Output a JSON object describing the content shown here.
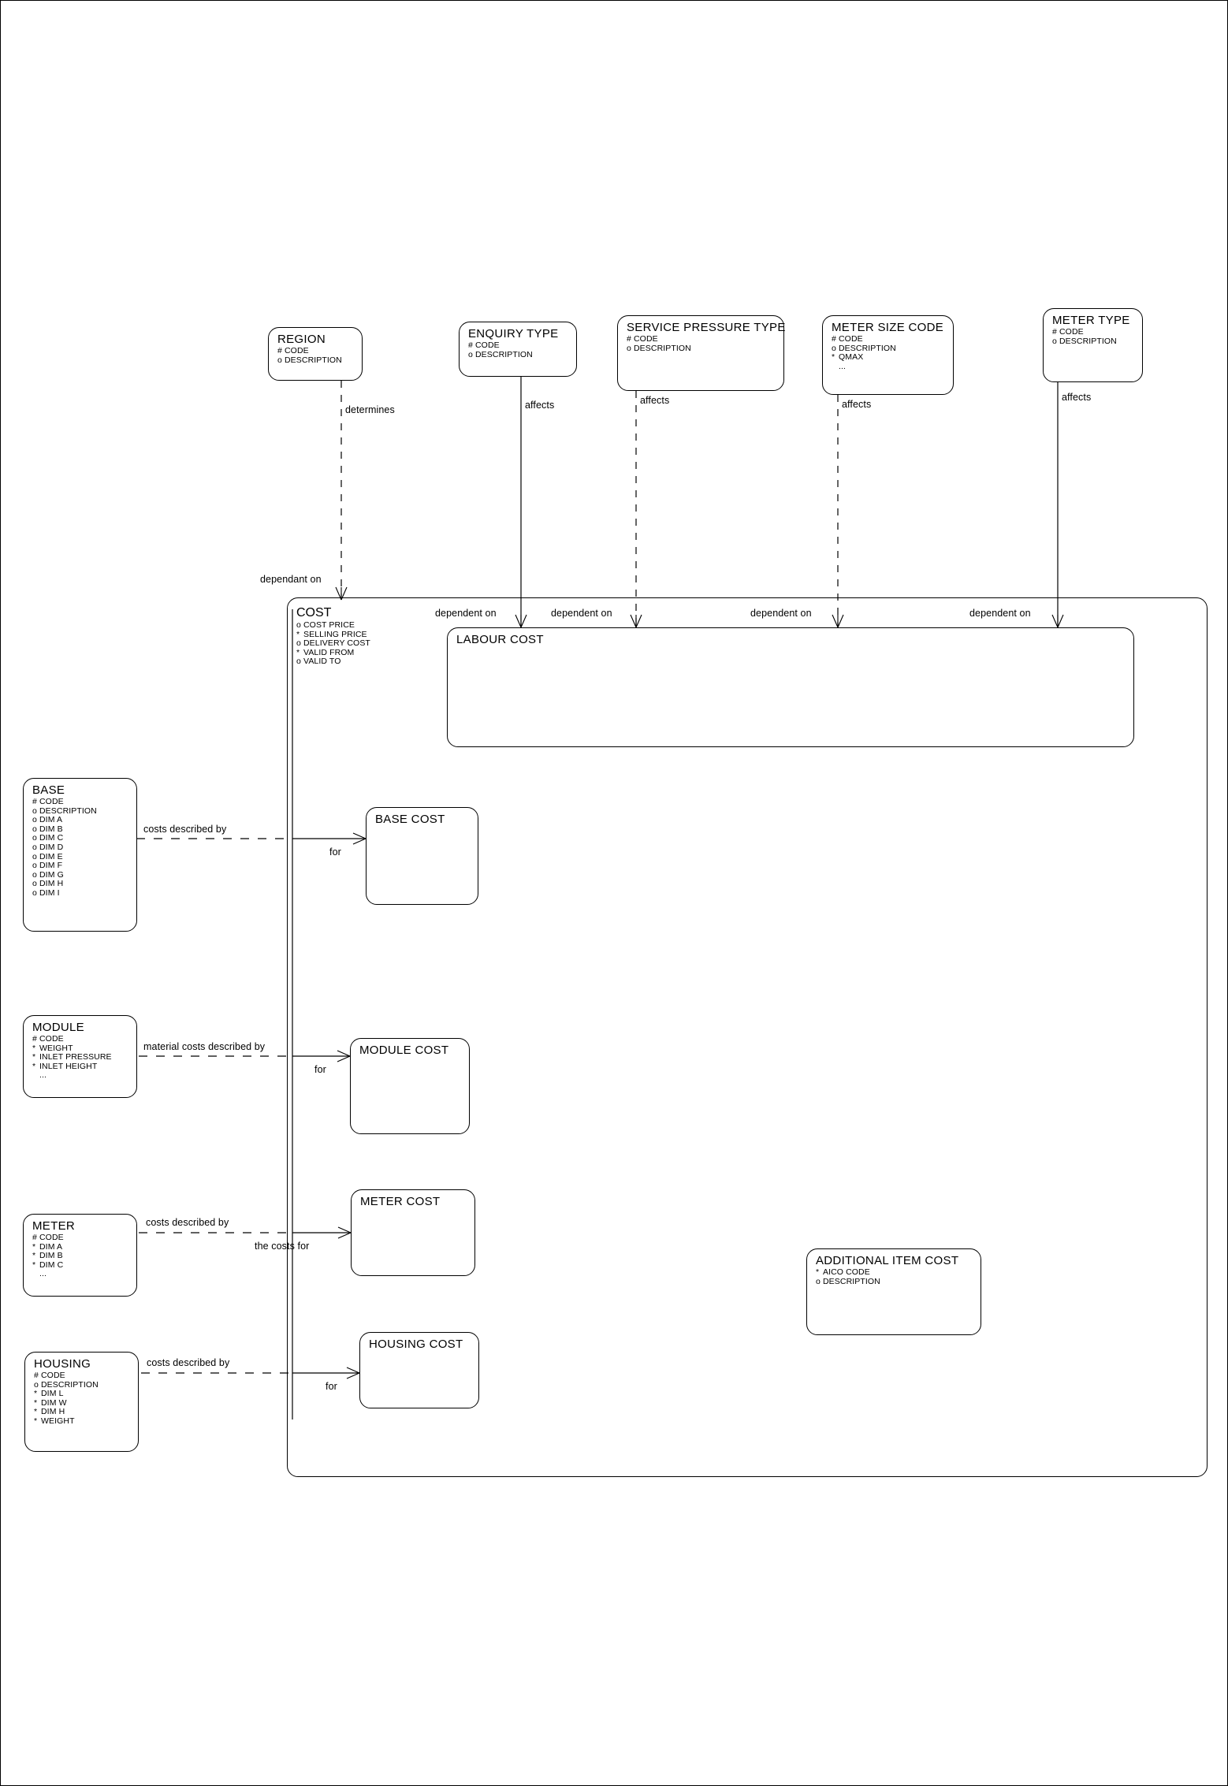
{
  "diagram": {
    "title": "Cost Entity Relationship Diagram",
    "type": "entity-relationship-diagram",
    "notation": "barker",
    "background": "#ffffff",
    "line_color": "#000000"
  },
  "entities": [
    {
      "id": "region",
      "name": "REGION",
      "attributes": [
        {
          "marker": "#",
          "label": "CODE"
        },
        {
          "marker": "o",
          "label": "DESCRIPTION"
        }
      ]
    },
    {
      "id": "enquiry-type",
      "name": "ENQUIRY TYPE",
      "attributes": [
        {
          "marker": "#",
          "label": "CODE"
        },
        {
          "marker": "o",
          "label": "DESCRIPTION"
        }
      ]
    },
    {
      "id": "service-pressure-type",
      "name": "SERVICE PRESSURE TYPE",
      "attributes": [
        {
          "marker": "#",
          "label": "CODE"
        },
        {
          "marker": "o",
          "label": "DESCRIPTION"
        }
      ]
    },
    {
      "id": "meter-size-code",
      "name": "METER SIZE CODE",
      "attributes": [
        {
          "marker": "#",
          "label": "CODE"
        },
        {
          "marker": "o",
          "label": "DESCRIPTION"
        },
        {
          "marker": "*",
          "label": "QMAX"
        },
        {
          "marker": "",
          "label": "..."
        }
      ]
    },
    {
      "id": "meter-type",
      "name": "METER TYPE",
      "attributes": [
        {
          "marker": "#",
          "label": "CODE"
        },
        {
          "marker": "o",
          "label": "DESCRIPTION"
        }
      ]
    },
    {
      "id": "cost",
      "name": "COST",
      "attributes": [
        {
          "marker": "o",
          "label": "COST PRICE"
        },
        {
          "marker": "*",
          "label": "SELLING PRICE"
        },
        {
          "marker": "o",
          "label": "DELIVERY COST"
        },
        {
          "marker": "*",
          "label": "VALID FROM"
        },
        {
          "marker": "o",
          "label": "VALID TO"
        }
      ]
    },
    {
      "id": "labour-cost",
      "name": "LABOUR COST",
      "attributes": []
    },
    {
      "id": "base",
      "name": "BASE",
      "attributes": [
        {
          "marker": "#",
          "label": "CODE"
        },
        {
          "marker": "o",
          "label": "DESCRIPTION"
        },
        {
          "marker": "o",
          "label": "DIM A"
        },
        {
          "marker": "o",
          "label": "DIM B"
        },
        {
          "marker": "o",
          "label": "DIM C"
        },
        {
          "marker": "o",
          "label": "DIM D"
        },
        {
          "marker": "o",
          "label": "DIM E"
        },
        {
          "marker": "o",
          "label": "DIM F"
        },
        {
          "marker": "o",
          "label": "DIM G"
        },
        {
          "marker": "o",
          "label": "DIM H"
        },
        {
          "marker": "o",
          "label": "DIM I"
        }
      ]
    },
    {
      "id": "base-cost",
      "name": "BASE COST",
      "attributes": []
    },
    {
      "id": "module",
      "name": "MODULE",
      "attributes": [
        {
          "marker": "#",
          "label": "CODE"
        },
        {
          "marker": "*",
          "label": "WEIGHT"
        },
        {
          "marker": "*",
          "label": "INLET PRESSURE"
        },
        {
          "marker": "*",
          "label": "INLET HEIGHT"
        },
        {
          "marker": "",
          "label": "..."
        }
      ]
    },
    {
      "id": "module-cost",
      "name": "MODULE COST",
      "attributes": []
    },
    {
      "id": "meter",
      "name": "METER",
      "attributes": [
        {
          "marker": "#",
          "label": "CODE"
        },
        {
          "marker": "*",
          "label": "DIM A"
        },
        {
          "marker": "*",
          "label": "DIM B"
        },
        {
          "marker": "*",
          "label": "DIM C"
        },
        {
          "marker": "",
          "label": "..."
        }
      ]
    },
    {
      "id": "meter-cost",
      "name": "METER COST",
      "attributes": []
    },
    {
      "id": "housing",
      "name": "HOUSING",
      "attributes": [
        {
          "marker": "#",
          "label": "CODE"
        },
        {
          "marker": "o",
          "label": "DESCRIPTION"
        },
        {
          "marker": "*",
          "label": "DIM L"
        },
        {
          "marker": "*",
          "label": "DIM W"
        },
        {
          "marker": "*",
          "label": "DIM H"
        },
        {
          "marker": "*",
          "label": "WEIGHT"
        }
      ]
    },
    {
      "id": "housing-cost",
      "name": "HOUSING COST",
      "attributes": []
    },
    {
      "id": "additional-item-cost",
      "name": "ADDITIONAL ITEM COST",
      "attributes": [
        {
          "marker": "*",
          "label": "AICO CODE"
        },
        {
          "marker": "o",
          "label": "DESCRIPTION"
        }
      ]
    }
  ],
  "relationships": {
    "region_determines": "determines",
    "cost_dependant_on_region": "dependant on",
    "enquiry_affects": "affects",
    "service_pressure_affects": "affects",
    "meter_size_affects": "affects",
    "meter_type_affects": "affects",
    "labour_dependent_on_enquiry": "dependent on",
    "labour_dependent_on_service_pressure": "dependent on",
    "labour_dependent_on_meter_size": "dependent on",
    "labour_dependent_on_meter_type": "dependent on",
    "base_costs_described_by": "costs described by",
    "base_cost_for": "for",
    "module_material_costs_described_by": "material costs described by",
    "module_cost_for": "for",
    "meter_costs_described_by": "costs described by",
    "meter_cost_the_costs_for": "the costs for",
    "housing_costs_described_by": "costs described by",
    "housing_cost_for": "for"
  }
}
